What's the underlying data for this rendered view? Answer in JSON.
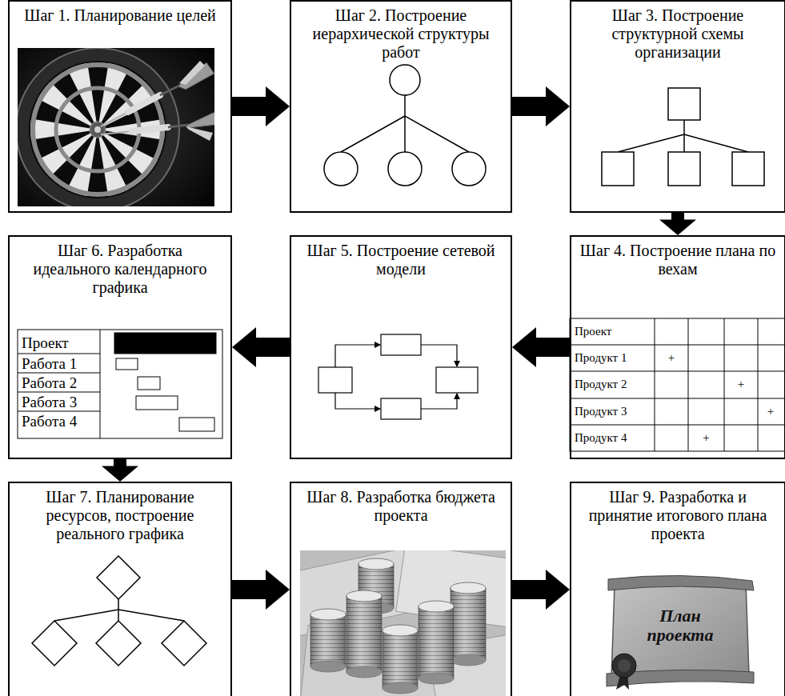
{
  "diagram": {
    "nodes": [
      {
        "text": [
          "Шаг 1. Планирование целей"
        ]
      },
      {
        "text": [
          "Шаг 2. Построение иерархической структуры работ"
        ]
      },
      {
        "text": [
          "Шаг 3. Построение структурной схемы организации"
        ]
      },
      {
        "text": [
          "Шаг 4. Построение плана по вехам"
        ]
      },
      {
        "text": [
          "Шаг 5. Построение сетевой модели"
        ]
      },
      {
        "text": [
          "Шаг 6. Разработка идеального календарного графика"
        ]
      },
      {
        "text": [
          "Шаг 7. Планирование ресурсов, построение реального графика"
        ]
      },
      {
        "text": [
          "Шаг 8. Разработка бюджета проекта"
        ]
      },
      {
        "text": [
          "Шаг 9. Разработка и принятие итогового плана проекта"
        ]
      },
      {
        "text": [
          "План проекта"
        ],
        "in": 8
      }
    ],
    "edges": [
      {
        "from": 0,
        "to": 1,
        "arrow": "to"
      },
      {
        "from": 1,
        "to": 2,
        "arrow": "to"
      },
      {
        "from": 2,
        "to": 3,
        "arrow": "to"
      },
      {
        "from": 3,
        "to": 4,
        "arrow": "to"
      },
      {
        "from": 4,
        "to": 5,
        "arrow": "to"
      },
      {
        "from": 5,
        "to": 6,
        "arrow": "to"
      },
      {
        "from": 6,
        "to": 7,
        "arrow": "to"
      },
      {
        "from": 7,
        "to": 8,
        "arrow": "to"
      }
    ],
    "labels": [
      "Проект",
      "Продукт 1",
      "+",
      "Продукт 2",
      "+",
      "Продукт 3",
      "+",
      "Продукт 4",
      "+",
      "Проект",
      "Работа 1",
      "Работа 2",
      "Работа 3",
      "Работа 4"
    ]
  }
}
